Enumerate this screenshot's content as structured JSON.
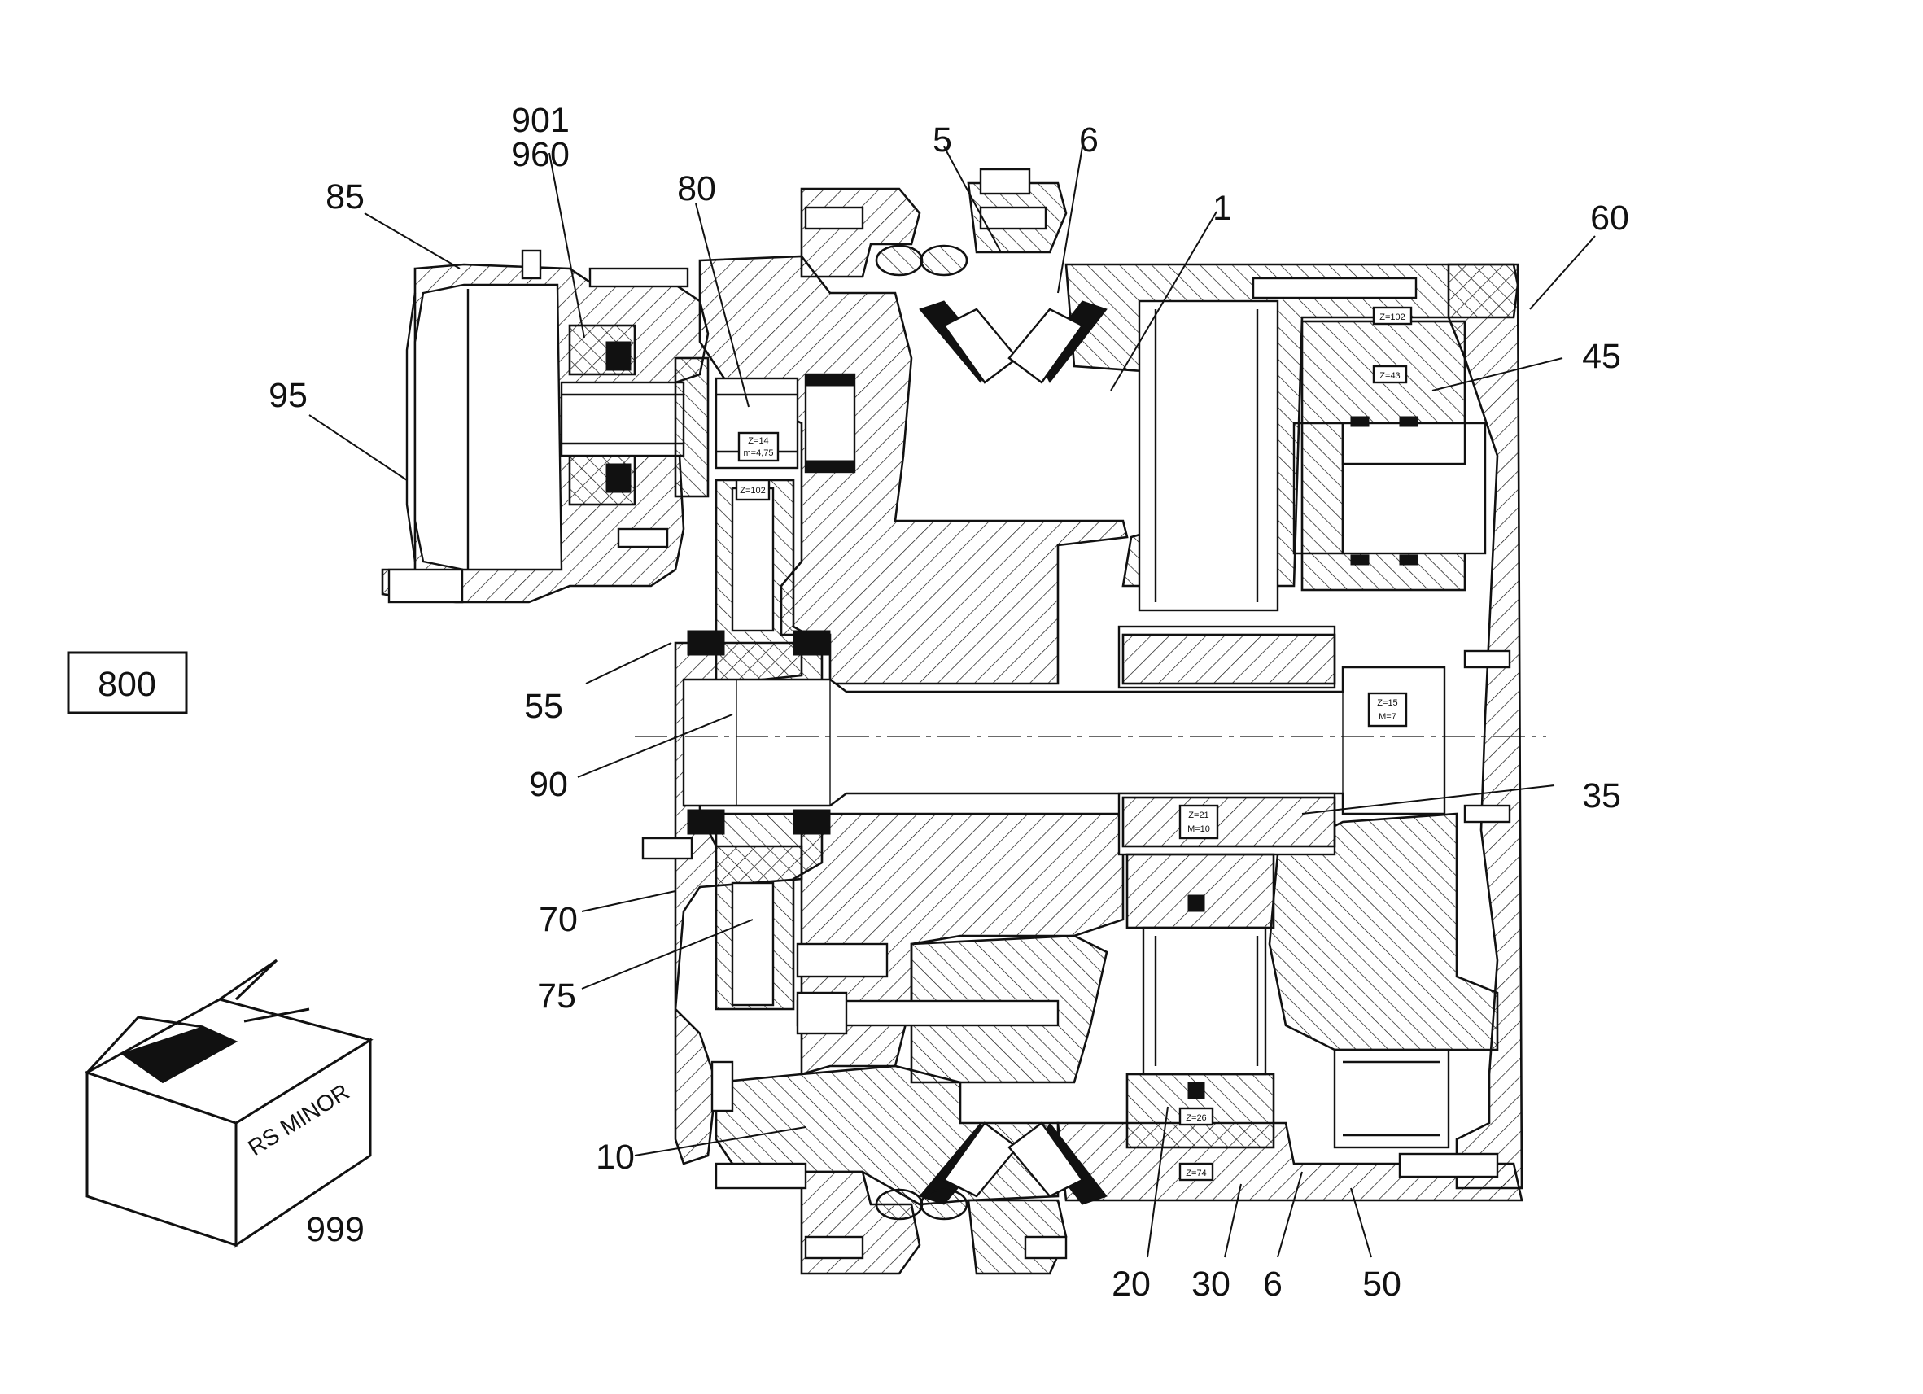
{
  "drawing": {
    "box_label": "800",
    "package_label": "RS MINOR",
    "package_number": "999",
    "callouts": {
      "c901": "901",
      "c960": "960",
      "c85": "85",
      "c80": "80",
      "c5": "5",
      "c6_top": "6",
      "c1": "1",
      "c60": "60",
      "c45": "45",
      "c95": "95",
      "c55": "55",
      "c90": "90",
      "c35": "35",
      "c70": "70",
      "c75": "75",
      "c10": "10",
      "c20": "20",
      "c30": "30",
      "c6_bottom": "6",
      "c50": "50"
    },
    "tags": {
      "z102_top": "Z=102",
      "z43": "Z=43",
      "z14": "Z=14",
      "m475": "m=4,75",
      "z102_left": "Z=102",
      "z15": "Z=15",
      "m7": "M=7",
      "z21": "Z=21",
      "m10": "M=10",
      "z26": "Z=26",
      "z74": "Z=74"
    }
  }
}
